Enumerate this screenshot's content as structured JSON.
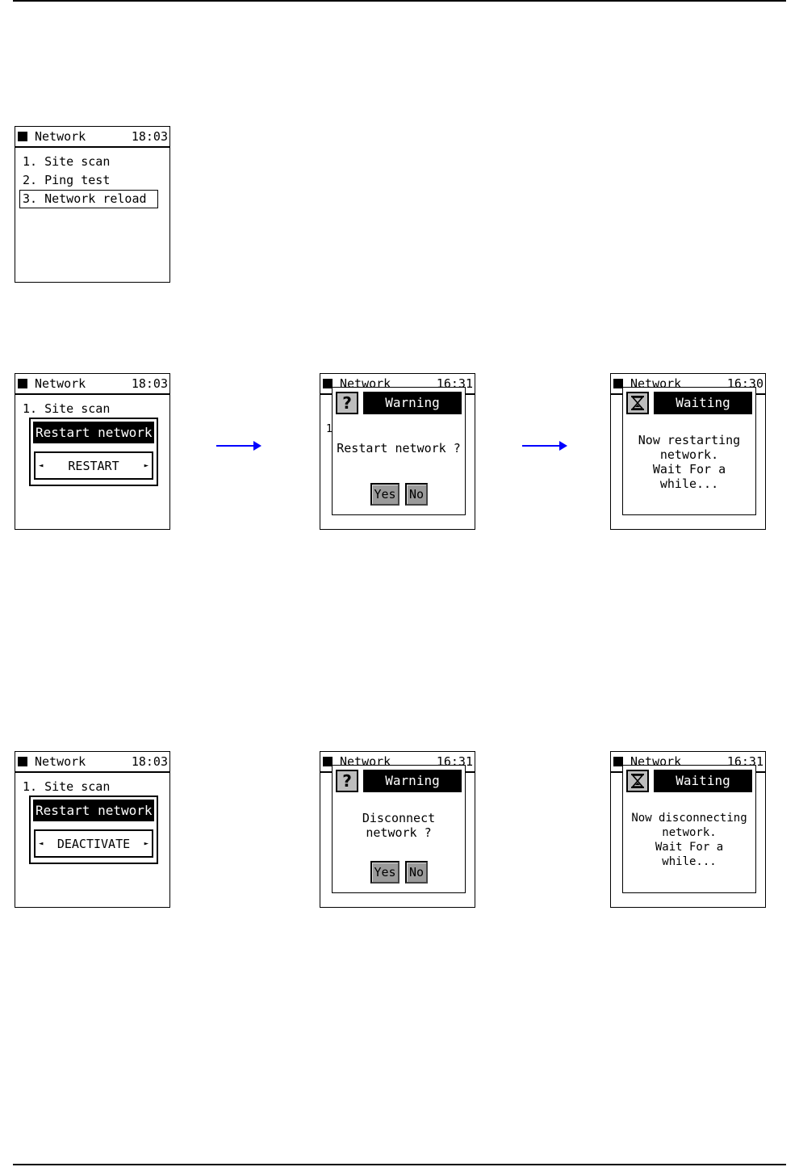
{
  "screens": {
    "menu": {
      "title": "Network",
      "time": "18:03",
      "items": [
        "1. Site scan",
        "2. Ping test",
        "3. Network reload"
      ]
    },
    "restart_select": {
      "title": "Network",
      "time": "18:03",
      "first_item": "1. Site scan",
      "popup_title": "Restart network",
      "popup_value": "RESTART"
    },
    "restart_warning": {
      "title": "Network",
      "time": "16:31",
      "dialog_title": "Warning",
      "icon_glyph": "?",
      "message": "Restart network ?",
      "yes": "Yes",
      "no": "No"
    },
    "restart_waiting": {
      "title": "Network",
      "time": "16:30",
      "dialog_title": "Waiting",
      "message": "Now restarting\nnetwork.\nWait For a\nwhile..."
    },
    "deactivate_select": {
      "title": "Network",
      "time": "18:03",
      "first_item": "1. Site scan",
      "popup_title": "Restart network",
      "popup_value": "DEACTIVATE"
    },
    "deactivate_warning": {
      "title": "Network",
      "time": "16:31",
      "dialog_title": "Warning",
      "icon_glyph": "?",
      "message": "Disconnect\nnetwork ?",
      "yes": "Yes",
      "no": "No"
    },
    "deactivate_waiting": {
      "title": "Network",
      "time": "16:31",
      "dialog_title": "Waiting",
      "message": "Now disconnecting\nnetwork.\nWait For a\nwhile..."
    }
  },
  "arrow_glyphs": {
    "left": "◄",
    "right": "►"
  },
  "colors": {
    "arrow": "#0000ff",
    "button_face": "#9a9a9a"
  },
  "icons": {
    "warning": "question-icon",
    "waiting": "hourglass-icon"
  }
}
